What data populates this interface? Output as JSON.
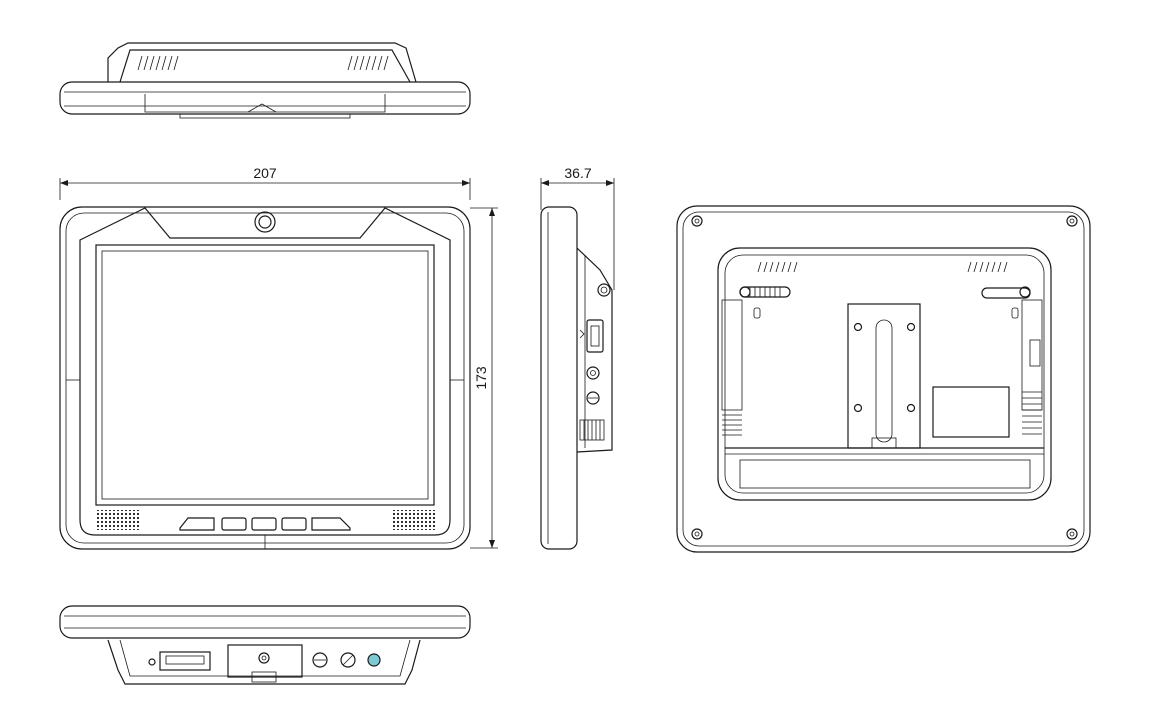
{
  "dimensions": {
    "width": "207",
    "height": "173",
    "depth": "36.7"
  },
  "views": [
    "top-view",
    "front-view",
    "side-view",
    "rear-view",
    "bottom-view"
  ],
  "icons": [
    "camera-icon",
    "usb-port-icon",
    "audio-jack-icon",
    "power-jack-icon",
    "led-icon",
    "screw-icon",
    "speaker-grille-icon",
    "vent-icon"
  ]
}
